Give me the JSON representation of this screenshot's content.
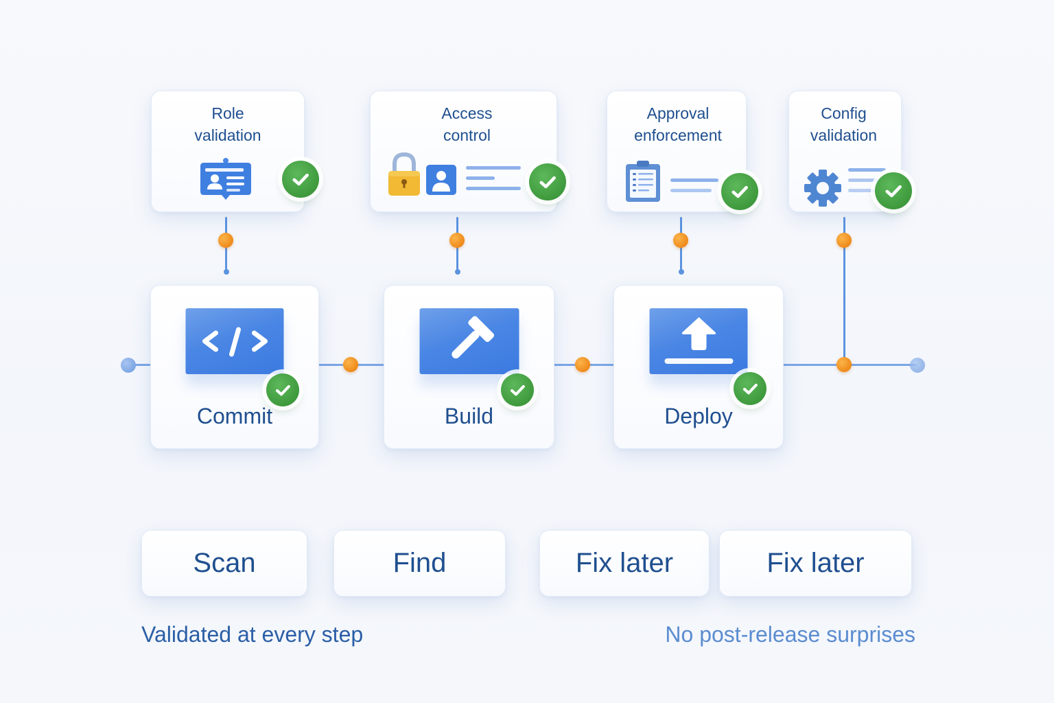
{
  "diagram": {
    "checks": [
      {
        "name": "role-validation",
        "title_line1": "Role",
        "title_line2": "validation",
        "icon": "id-badge-icon",
        "status": "passed"
      },
      {
        "name": "access-control",
        "title_line1": "Access",
        "title_line2": "control",
        "icon": "padlock-user-icon",
        "status": "passed"
      },
      {
        "name": "approval-enforcement",
        "title_line1": "Approval",
        "title_line2": "enforcement",
        "icon": "clipboard-icon",
        "status": "passed"
      },
      {
        "name": "config-validation",
        "title_line1": "Config",
        "title_line2": "validation",
        "icon": "gear-icon",
        "status": "passed"
      }
    ],
    "stages": [
      {
        "name": "commit",
        "label": "Commit",
        "icon": "code-icon",
        "status": "passed"
      },
      {
        "name": "build",
        "label": "Build",
        "icon": "hammer-icon",
        "status": "passed"
      },
      {
        "name": "deploy",
        "label": "Deploy",
        "icon": "upload-icon",
        "status": "passed"
      }
    ],
    "legacy_steps": [
      {
        "label": "Scan"
      },
      {
        "label": "Find"
      },
      {
        "label": "Fix later"
      },
      {
        "label": "Fix later"
      }
    ],
    "captions": {
      "left": "Validated at every step",
      "right": "No post-release surprises"
    }
  },
  "colors": {
    "text_primary": "#1f4f8f",
    "text_secondary": "#5b8cd0",
    "accent_blue": "#4a86e4",
    "connector": "#5b93e0",
    "junction": "#ef8a1a",
    "success": "#3f9a3d",
    "lock": "#f2b935"
  }
}
